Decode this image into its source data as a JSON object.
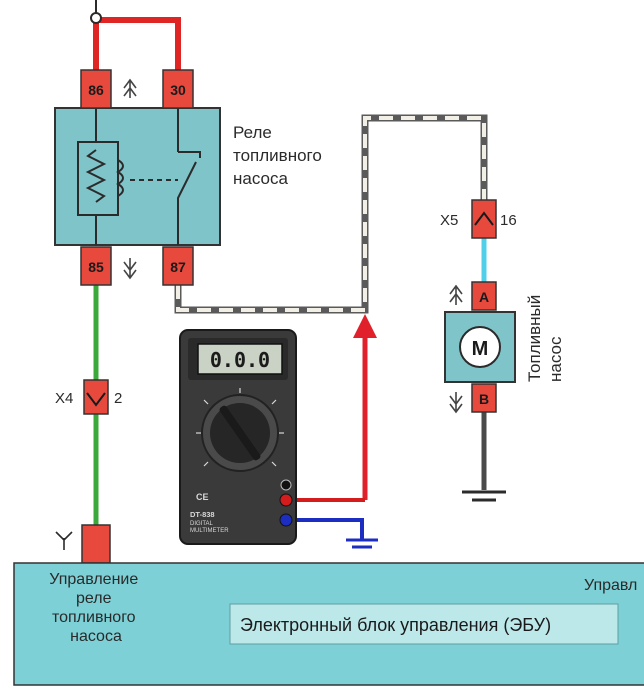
{
  "relay": {
    "title_lines": [
      "Реле",
      "топливного",
      "насоса"
    ],
    "pins": {
      "p86": "86",
      "p30": "30",
      "p85": "85",
      "p87": "87"
    }
  },
  "connectors": {
    "x4": {
      "name": "X4",
      "pin": "2"
    },
    "x5": {
      "name": "X5",
      "pin": "16"
    }
  },
  "pump": {
    "title_lines": [
      "Топливный",
      "насос"
    ],
    "motor_symbol": "M",
    "pin_a": "A",
    "pin_b": "B"
  },
  "multimeter": {
    "display": "0.0.0",
    "model": "DT-838",
    "subtitle_lines": [
      "DIGITAL",
      "MULTIMETER"
    ],
    "ce_mark": "CE"
  },
  "ecu": {
    "title": "Электронный блок управления (ЭБУ)",
    "left_label_lines": [
      "Управление",
      "реле",
      "топливного",
      "насоса"
    ],
    "right_label": "Управл"
  },
  "colors": {
    "wire_red": "#e02525",
    "wire_green": "#3aa83a",
    "wire_cyan": "#4fd0e8",
    "wire_dashed": "#5a5a5a",
    "probe_red": "#d41c1c",
    "probe_blue": "#1c2ec2",
    "relay_box": "#7fc4c9",
    "pin_fill": "#e8493d",
    "ecu_fill": "#7cd0d6",
    "arrow_red": "#e0202a"
  }
}
